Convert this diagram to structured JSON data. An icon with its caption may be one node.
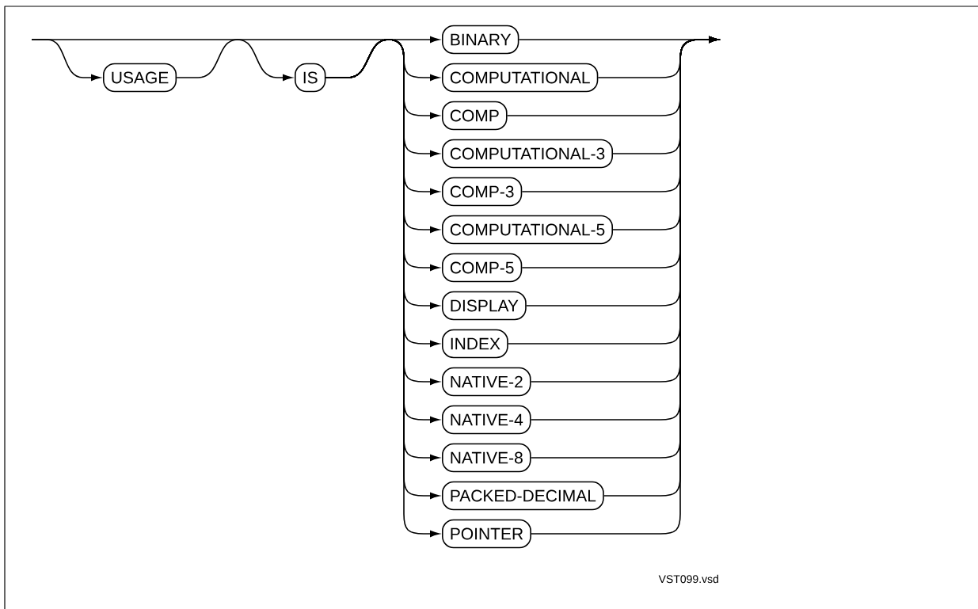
{
  "diagram": {
    "nodes": [
      {
        "text": [
          "USAGE"
        ]
      },
      {
        "text": [
          "IS"
        ]
      },
      {
        "text": [
          "BINARY"
        ]
      },
      {
        "text": [
          "COMPUTATIONAL"
        ]
      },
      {
        "text": [
          "COMP"
        ]
      },
      {
        "text": [
          "COMPUTATIONAL-3"
        ]
      },
      {
        "text": [
          "COMP-3"
        ]
      },
      {
        "text": [
          "COMPUTATIONAL-5"
        ]
      },
      {
        "text": [
          "COMP-5"
        ]
      },
      {
        "text": [
          "DISPLAY"
        ]
      },
      {
        "text": [
          "INDEX"
        ]
      },
      {
        "text": [
          "NATIVE-2"
        ]
      },
      {
        "text": [
          "NATIVE-4"
        ]
      },
      {
        "text": [
          "NATIVE-8"
        ]
      },
      {
        "text": [
          "PACKED-DECIMAL"
        ]
      },
      {
        "text": [
          "POINTER"
        ]
      }
    ],
    "edges": [
      {
        "from": null,
        "to": 0,
        "arrow": "to"
      },
      {
        "from": 0,
        "to": 1,
        "arrow": "to"
      },
      {
        "from": 1,
        "to": 2,
        "arrow": "to"
      },
      {
        "from": 1,
        "to": 3,
        "arrow": "to"
      },
      {
        "from": 1,
        "to": 4,
        "arrow": "to"
      },
      {
        "from": 1,
        "to": 5,
        "arrow": "to"
      },
      {
        "from": 1,
        "to": 6,
        "arrow": "to"
      },
      {
        "from": 1,
        "to": 7,
        "arrow": "to"
      },
      {
        "from": 1,
        "to": 8,
        "arrow": "to"
      },
      {
        "from": 1,
        "to": 9,
        "arrow": "to"
      },
      {
        "from": 1,
        "to": 10,
        "arrow": "to"
      },
      {
        "from": 1,
        "to": 11,
        "arrow": "to"
      },
      {
        "from": 1,
        "to": 12,
        "arrow": "to"
      },
      {
        "from": 1,
        "to": 13,
        "arrow": "to"
      },
      {
        "from": 1,
        "to": 14,
        "arrow": "to"
      },
      {
        "from": 1,
        "to": 15,
        "arrow": "to"
      },
      {
        "from": 2,
        "to": null,
        "arrow": "to"
      },
      {
        "from": 3,
        "to": null,
        "arrow": "to"
      },
      {
        "from": 4,
        "to": null,
        "arrow": "to"
      },
      {
        "from": 5,
        "to": null,
        "arrow": "to"
      },
      {
        "from": 6,
        "to": null,
        "arrow": "to"
      },
      {
        "from": 7,
        "to": null,
        "arrow": "to"
      },
      {
        "from": 8,
        "to": null,
        "arrow": "to"
      },
      {
        "from": 9,
        "to": null,
        "arrow": "to"
      },
      {
        "from": 10,
        "to": null,
        "arrow": "to"
      },
      {
        "from": 11,
        "to": null,
        "arrow": "to"
      },
      {
        "from": 12,
        "to": null,
        "arrow": "to"
      },
      {
        "from": 13,
        "to": null,
        "arrow": "to"
      },
      {
        "from": 14,
        "to": null,
        "arrow": "to"
      },
      {
        "from": 15,
        "to": null,
        "arrow": "to"
      }
    ],
    "labels": [
      "VST099.vsd"
    ]
  }
}
